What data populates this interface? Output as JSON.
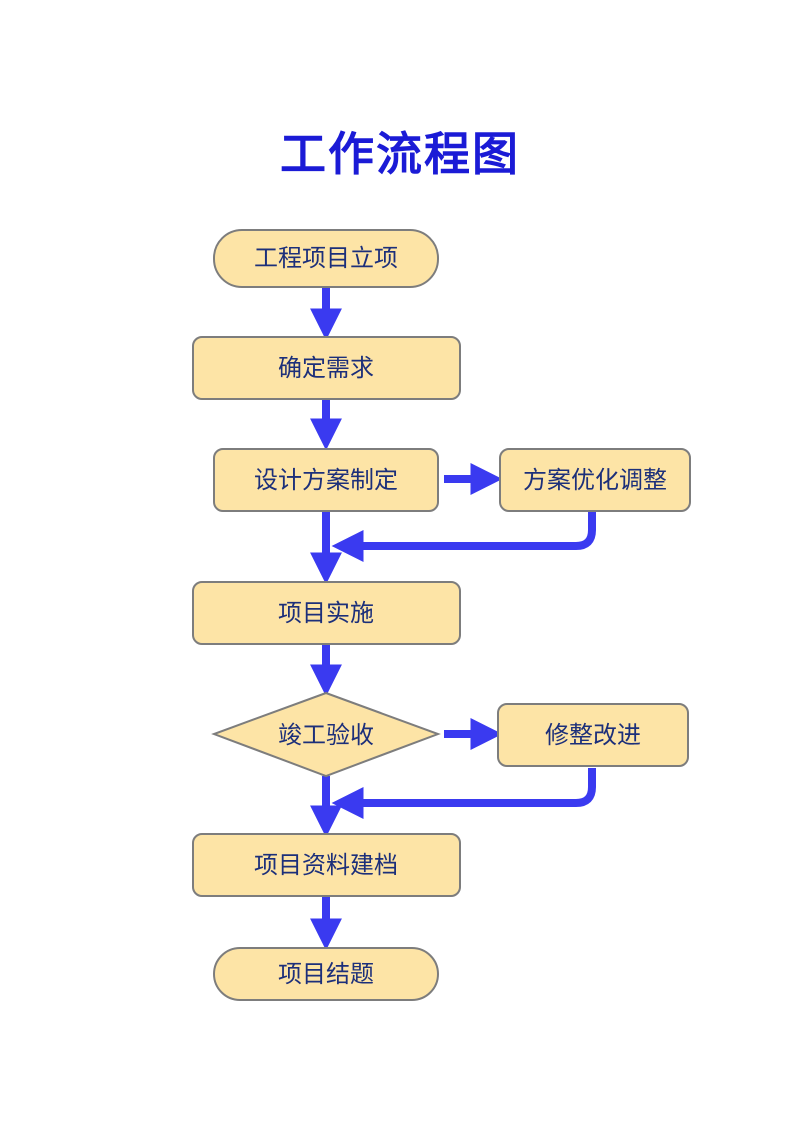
{
  "title": "工作流程图",
  "nodes": {
    "start": "工程项目立项",
    "requirements": "确定需求",
    "design": "设计方案制定",
    "design_optimize": "方案优化调整",
    "implement": "项目实施",
    "acceptance": "竣工验收",
    "rectify": "修整改进",
    "archive": "项目资料建档",
    "end": "项目结题"
  },
  "colors": {
    "title": "#1b1bd6",
    "node_fill": "#fde4a6",
    "node_stroke": "#7d7d7d",
    "arrow": "#3a3af0",
    "node_text": "#1c2f7a"
  }
}
